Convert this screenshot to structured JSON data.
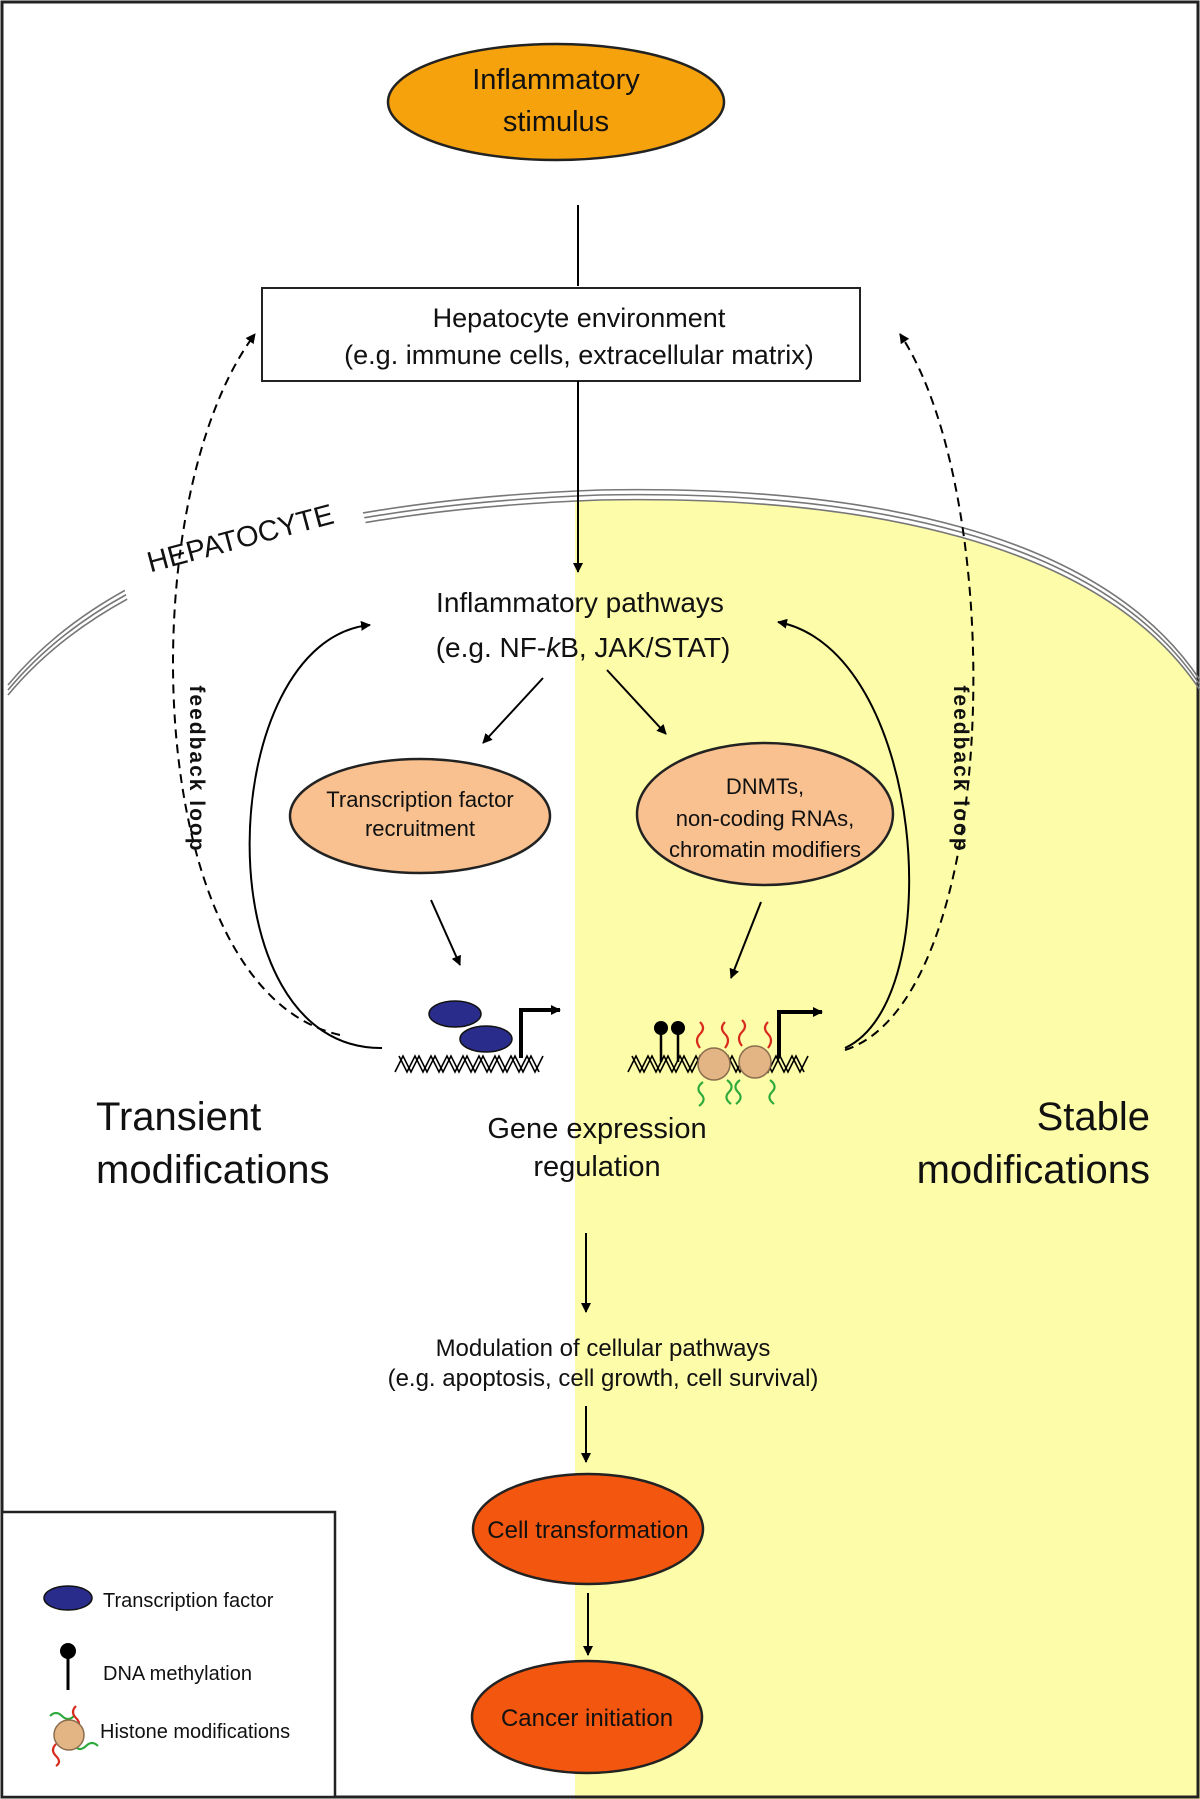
{
  "nodes": {
    "stimulus": {
      "line1": "Inflammatory",
      "line2": "stimulus"
    },
    "environment": {
      "line1": "Hepatocyte environment",
      "line2": "(e.g. immune cells,  extracellular matrix)"
    },
    "cell_label": "HEPATOCYTE",
    "pathways": {
      "line1": "Inflammatory pathways",
      "line2_pre": "(e.g. NF-",
      "line2_kappa": "k",
      "line2_post": "B, JAK/STAT)"
    },
    "tf_recruitment": {
      "line1": "Transcription factor",
      "line2": "recruitment"
    },
    "epigenetic": {
      "line1": "DNMTs,",
      "line2": "non-coding RNAs,",
      "line3": "chromatin modifiers"
    },
    "feedback_left": "feedback loop",
    "feedback_right": "feedback loop",
    "transient": {
      "line1": "Transient",
      "line2": "modifications"
    },
    "stable": {
      "line1": "Stable",
      "line2": "modifications"
    },
    "gene_expression": {
      "line1": "Gene expression",
      "line2": "regulation"
    },
    "modulation": {
      "line1": "Modulation of cellular pathways",
      "line2": "(e.g. apoptosis, cell growth, cell survival)"
    },
    "transformation": "Cell transformation",
    "cancer": "Cancer initiation"
  },
  "legend": {
    "tf": "Transcription factor",
    "methylation": "DNA methylation",
    "histone": "Histone modifications"
  },
  "colors": {
    "stimulus_fill": "#F5A20C",
    "ellipse_fill": "#F8C18F",
    "transform_fill": "#F2560F",
    "stable_bg": "#FDFCA8",
    "tf_blue": "#2A2C8C",
    "nucleosome": "#E3B585"
  }
}
